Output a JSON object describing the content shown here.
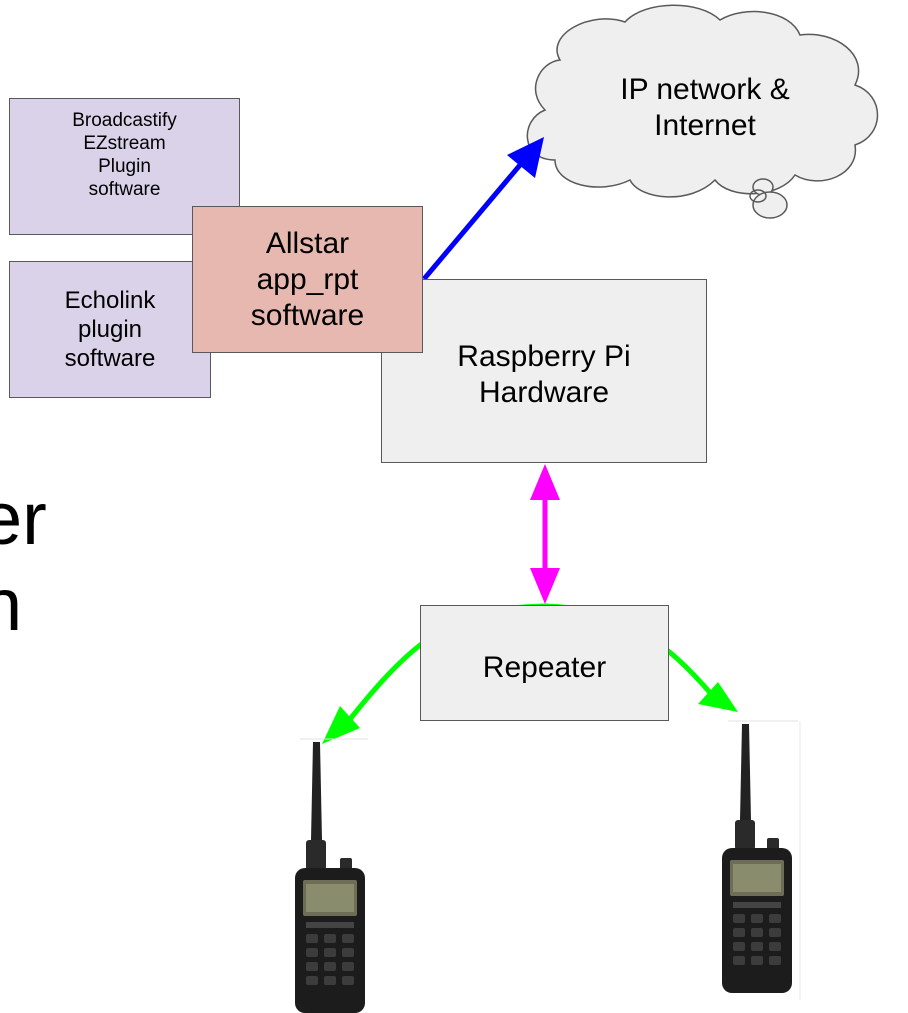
{
  "boxes": {
    "broadcastify": "Broadcastify\nEZstream\nPlugin\nsoftware",
    "echolink": "Echolink\nplugin\nsoftware",
    "allstar": "Allstar\napp_rpt\nsoftware",
    "raspberry_pi": "Raspberry Pi\nHardware",
    "repeater": "Repeater"
  },
  "cloud": {
    "label": "IP network &\nInternet",
    "fill": "#efefef"
  },
  "partial_text": {
    "line1": "er",
    "line2": "n"
  },
  "colors": {
    "software_plugin": "#d9d2e9",
    "allstar": "#e6b8af",
    "hardware": "#efefef",
    "network_arrow": "#0000ff",
    "link_arrow": "#ff00ff",
    "radio_arrow": "#00ff00"
  },
  "icons": [
    "handheld-radio-icon",
    "handheld-radio-icon"
  ]
}
